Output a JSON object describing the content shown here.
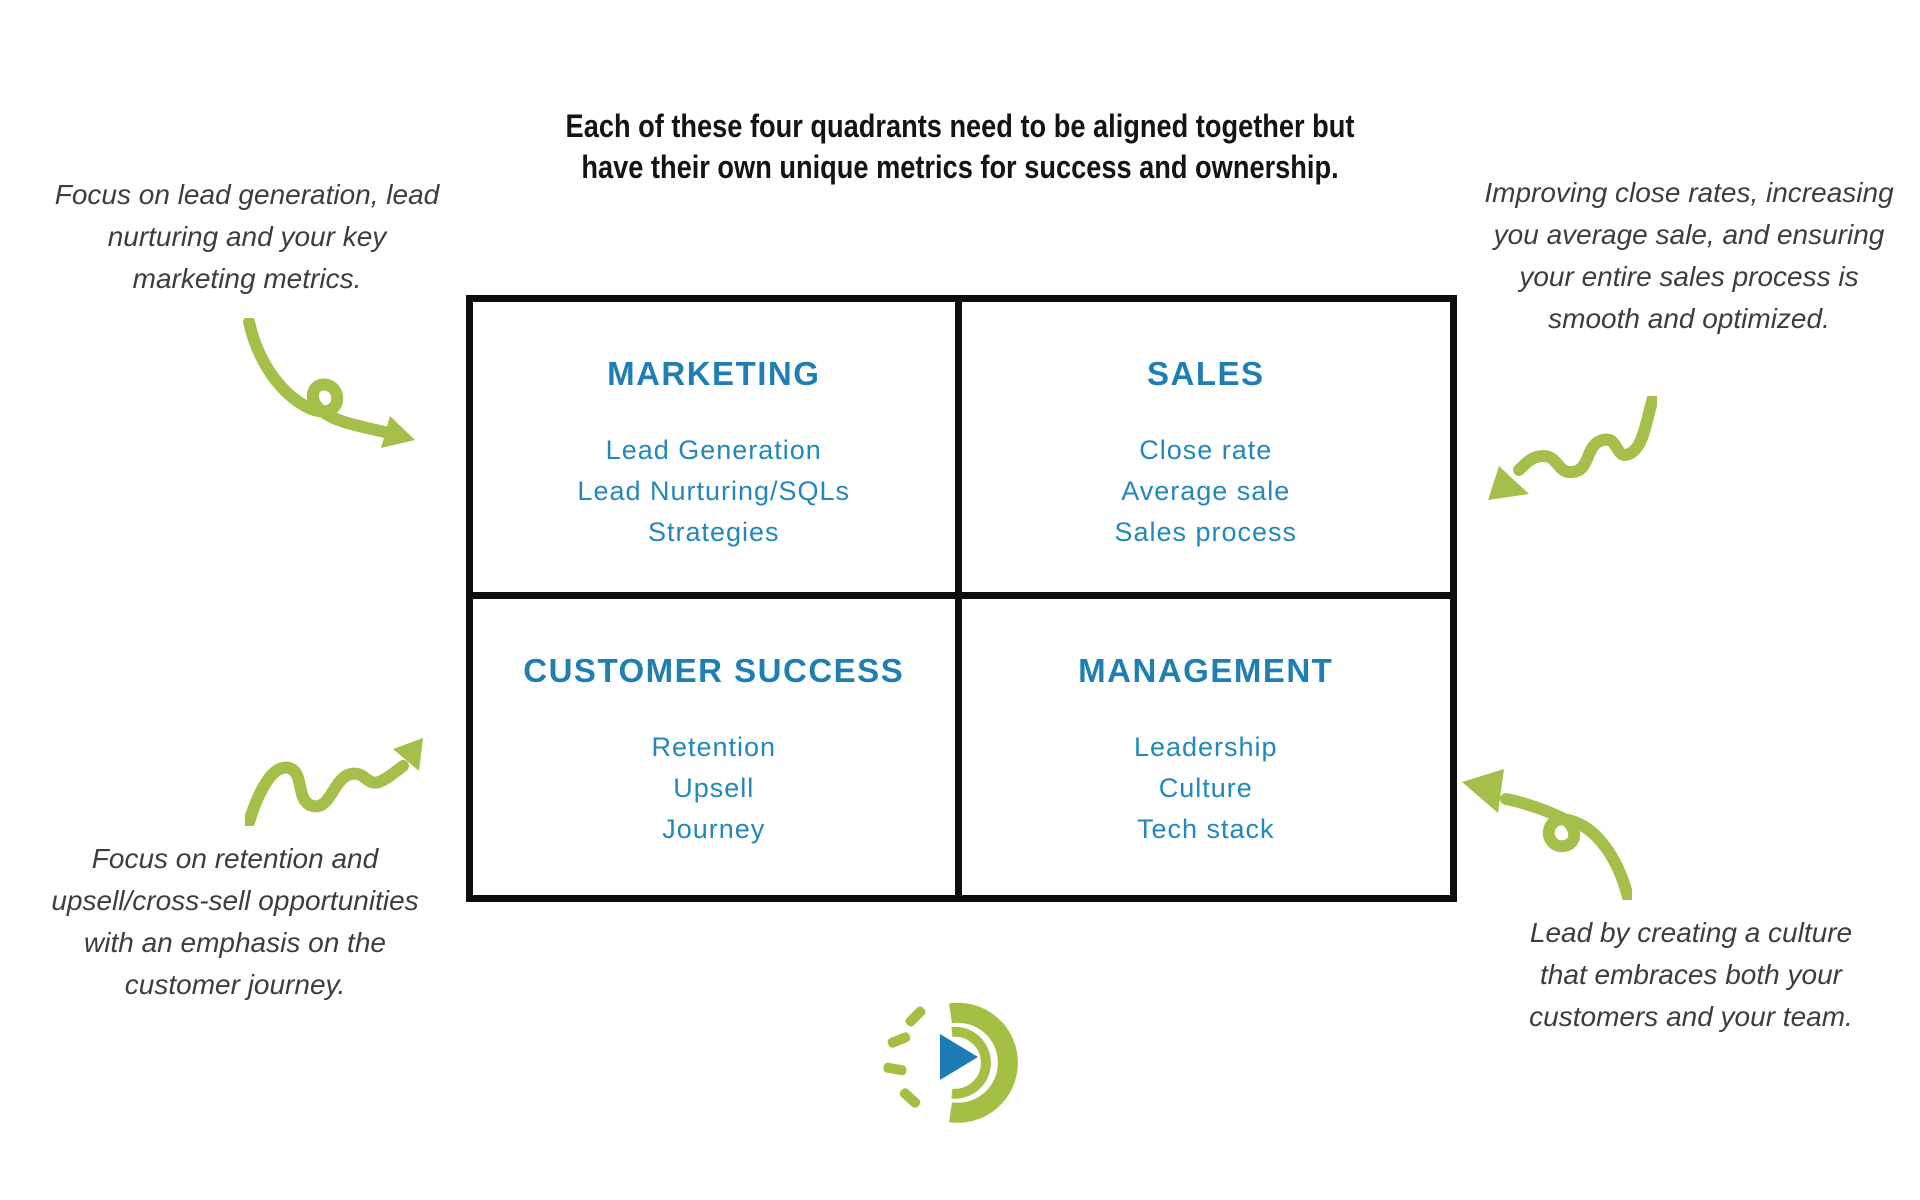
{
  "title": {
    "lines": [
      "Each of these four quadrants need to be aligned together but",
      "have their own unique metrics for success and ownership."
    ]
  },
  "quadrants": {
    "marketing": {
      "heading": "MARKETING",
      "items": [
        "Lead Generation",
        "Lead Nurturing/SQLs",
        "Strategies"
      ]
    },
    "sales": {
      "heading": "SALES",
      "items": [
        "Close rate",
        "Average sale",
        "Sales process"
      ]
    },
    "customer_success": {
      "heading": "CUSTOMER SUCCESS",
      "items": [
        "Retention",
        "Upsell",
        "Journey"
      ]
    },
    "management": {
      "heading": "MANAGEMENT",
      "items": [
        "Leadership",
        "Culture",
        "Tech stack"
      ]
    }
  },
  "annotations": {
    "marketing": {
      "lines": [
        "Focus on lead generation, lead",
        "nurturing and your key",
        "marketing metrics."
      ]
    },
    "sales": {
      "lines": [
        "Improving close rates, increasing",
        "you average sale, and ensuring",
        "your entire sales process is",
        "smooth and optimized."
      ]
    },
    "customer_success": {
      "lines": [
        "Focus on retention and",
        "upsell/cross-sell opportunities",
        "with an emphasis on the",
        "customer journey."
      ]
    },
    "management": {
      "lines": [
        "Lead by creating a culture",
        "that embraces both your",
        "customers and your team."
      ]
    }
  },
  "icons": {
    "arrow_top_left": "loop-arrow-down-right-icon",
    "arrow_top_right": "squiggle-arrow-down-left-icon",
    "arrow_mid_left": "squiggle-arrow-up-right-icon",
    "arrow_bottom_right": "loop-arrow-left-icon",
    "logo": "play-button-arc-logo"
  },
  "colors": {
    "quadrant_heading_blue": "#1f7fb3",
    "quadrant_item_blue": "#2287bc",
    "arrow_green": "#a5c04a",
    "logo_green": "#a4c044",
    "logo_play_blue": "#1d7cb6",
    "grid_border_black": "#0e0e0e",
    "annotation_text_gray": "#3d3d3d",
    "title_text_black": "#141414",
    "background": "#ffffff"
  }
}
